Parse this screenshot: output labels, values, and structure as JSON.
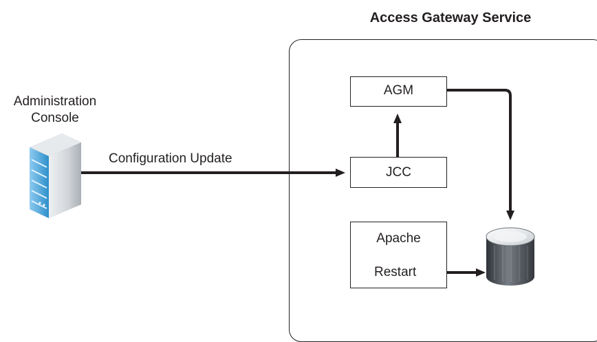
{
  "title": "Access Gateway Service",
  "console": {
    "label_line1": "Administration",
    "label_line2": "Console",
    "icon": "server-icon"
  },
  "connection": {
    "label": "Configuration Update"
  },
  "components": {
    "agm": "AGM",
    "jcc": "JCC",
    "apache": "Apache",
    "restart": "Restart"
  },
  "store": {
    "icon": "database-cylinder-icon"
  },
  "colors": {
    "line": "#231f20",
    "server_blue": "#4da3d8",
    "server_gray": "#d8dbde",
    "cylinder_dark": "#555a60"
  }
}
